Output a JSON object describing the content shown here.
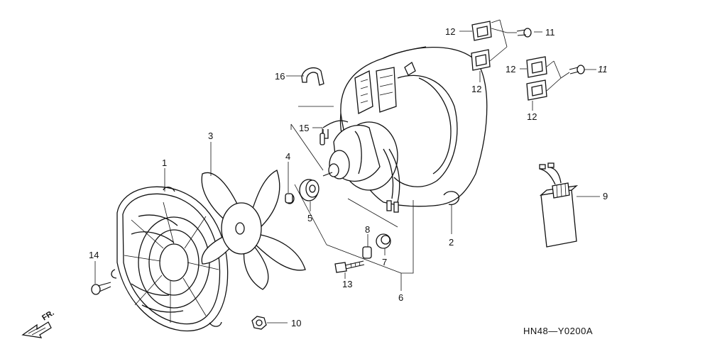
{
  "diagram": {
    "code": "HN48—Y0200A",
    "direction_label": "FR.",
    "callouts": {
      "c1": "1",
      "c2": "2",
      "c3": "3",
      "c4": "4",
      "c5": "5",
      "c6": "6",
      "c7": "7",
      "c8": "8",
      "c9": "9",
      "c10": "10",
      "c11a": "11",
      "c11b": "11",
      "c12a": "12",
      "c12b": "12",
      "c12c": "12",
      "c12d": "12",
      "c13": "13",
      "c14": "14",
      "c15": "15",
      "c16": "16"
    }
  }
}
